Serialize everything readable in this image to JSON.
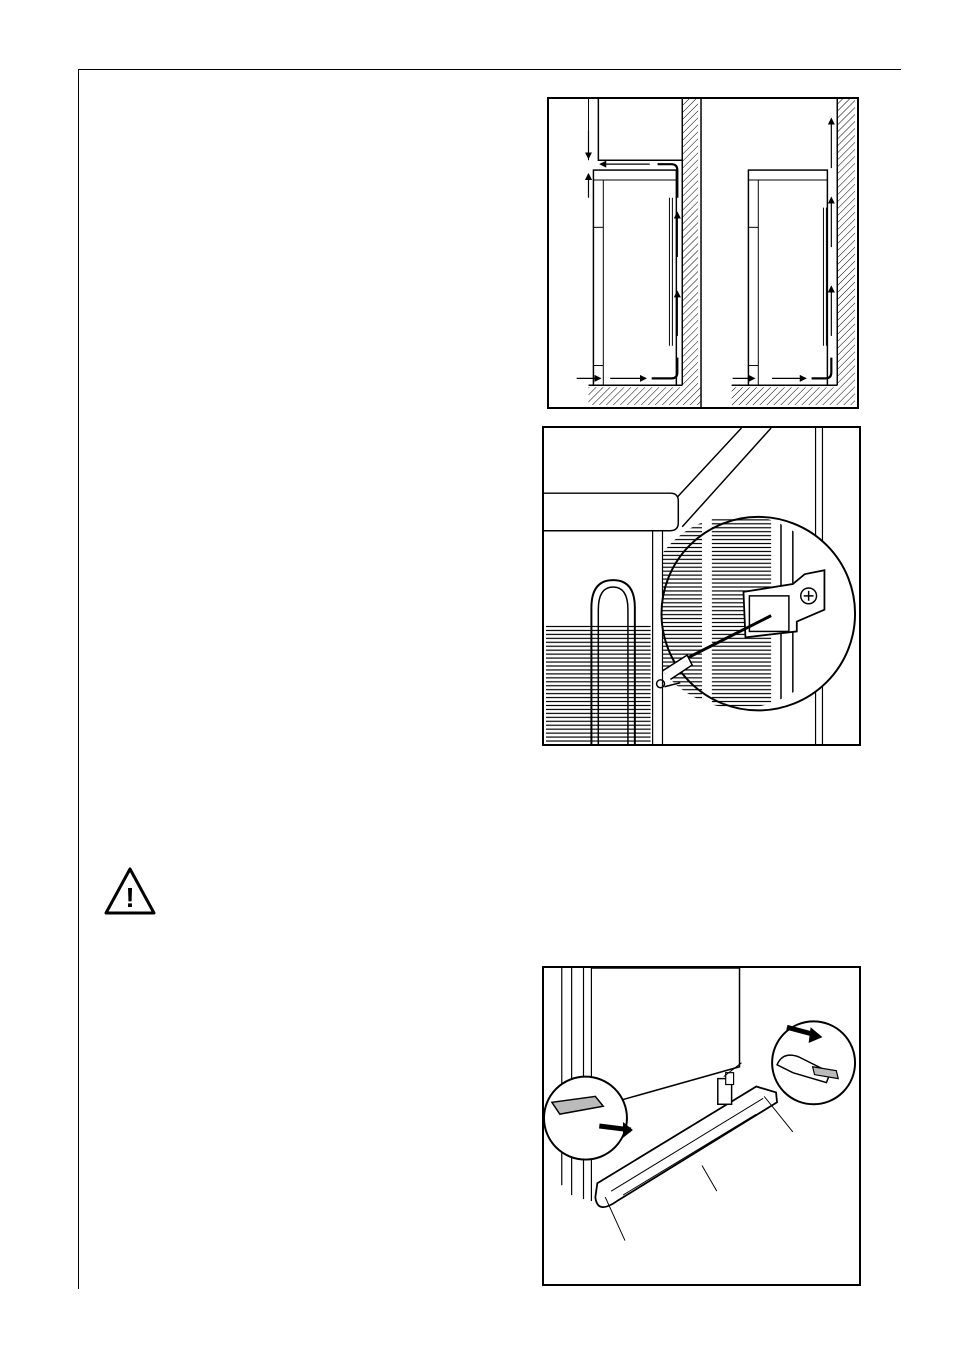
{
  "page": {
    "layout": "installation-manual-page"
  },
  "figures": [
    {
      "id": "ventilation-airflow",
      "icon": "airflow-diagram"
    },
    {
      "id": "wall-spacer-fitting",
      "icon": "screwdriver-spacer-illustration"
    },
    {
      "id": "plinth-clip-fitting",
      "icon": "plinth-clip-illustration"
    }
  ],
  "warning": {
    "icon": "warning-triangle-icon",
    "glyph": "!"
  },
  "colors": {
    "ink": "#000000",
    "paper": "#ffffff"
  }
}
